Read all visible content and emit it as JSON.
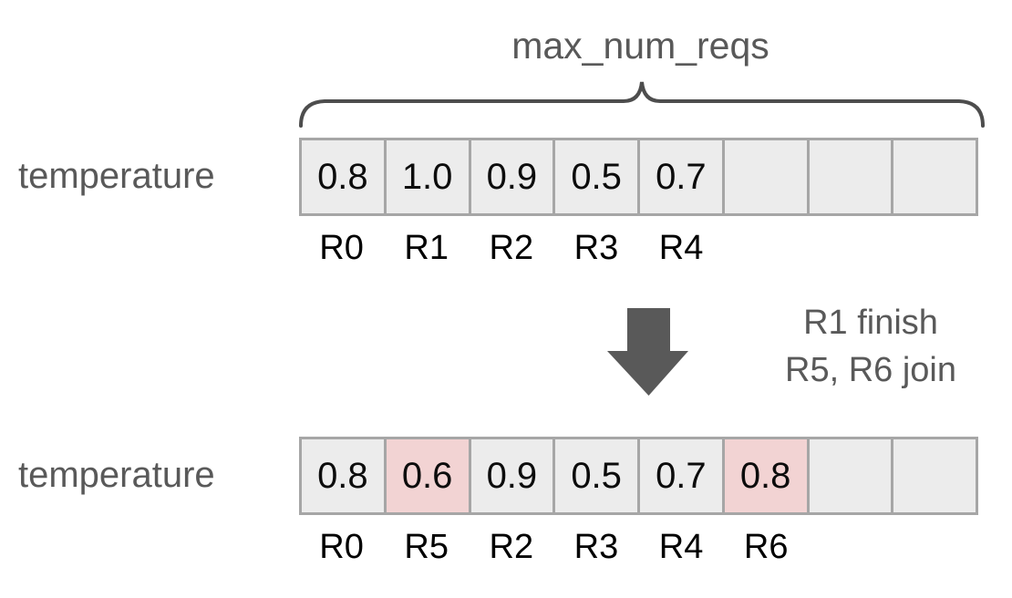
{
  "diagram": {
    "title": "max_num_reqs",
    "brace_icon": "curly-brace-icon",
    "arrow_icon": "down-arrow-icon",
    "colors": {
      "cell_fill": "#ececec",
      "cell_highlight": "#f2d3d3",
      "cell_border": "#a6a6a6",
      "label_text": "#595959",
      "value_text": "#0c0c0c",
      "arrow": "#595959",
      "background": "#ffffff"
    },
    "before": {
      "row_label": "temperature",
      "cells": [
        {
          "value": "0.8",
          "highlight": false
        },
        {
          "value": "1.0",
          "highlight": false
        },
        {
          "value": "0.9",
          "highlight": false
        },
        {
          "value": "0.5",
          "highlight": false
        },
        {
          "value": "0.7",
          "highlight": false
        },
        {
          "value": "",
          "highlight": false
        },
        {
          "value": "",
          "highlight": false
        },
        {
          "value": "",
          "highlight": false
        }
      ],
      "ticks": [
        "R0",
        "R1",
        "R2",
        "R3",
        "R4",
        "",
        "",
        ""
      ]
    },
    "transition": {
      "line1": "R1 finish",
      "line2": "R5, R6 join"
    },
    "after": {
      "row_label": "temperature",
      "cells": [
        {
          "value": "0.8",
          "highlight": false
        },
        {
          "value": "0.6",
          "highlight": true
        },
        {
          "value": "0.9",
          "highlight": false
        },
        {
          "value": "0.5",
          "highlight": false
        },
        {
          "value": "0.7",
          "highlight": false
        },
        {
          "value": "0.8",
          "highlight": true
        },
        {
          "value": "",
          "highlight": false
        },
        {
          "value": "",
          "highlight": false
        }
      ],
      "ticks": [
        "R0",
        "R5",
        "R2",
        "R3",
        "R4",
        "R6",
        "",
        ""
      ]
    }
  }
}
